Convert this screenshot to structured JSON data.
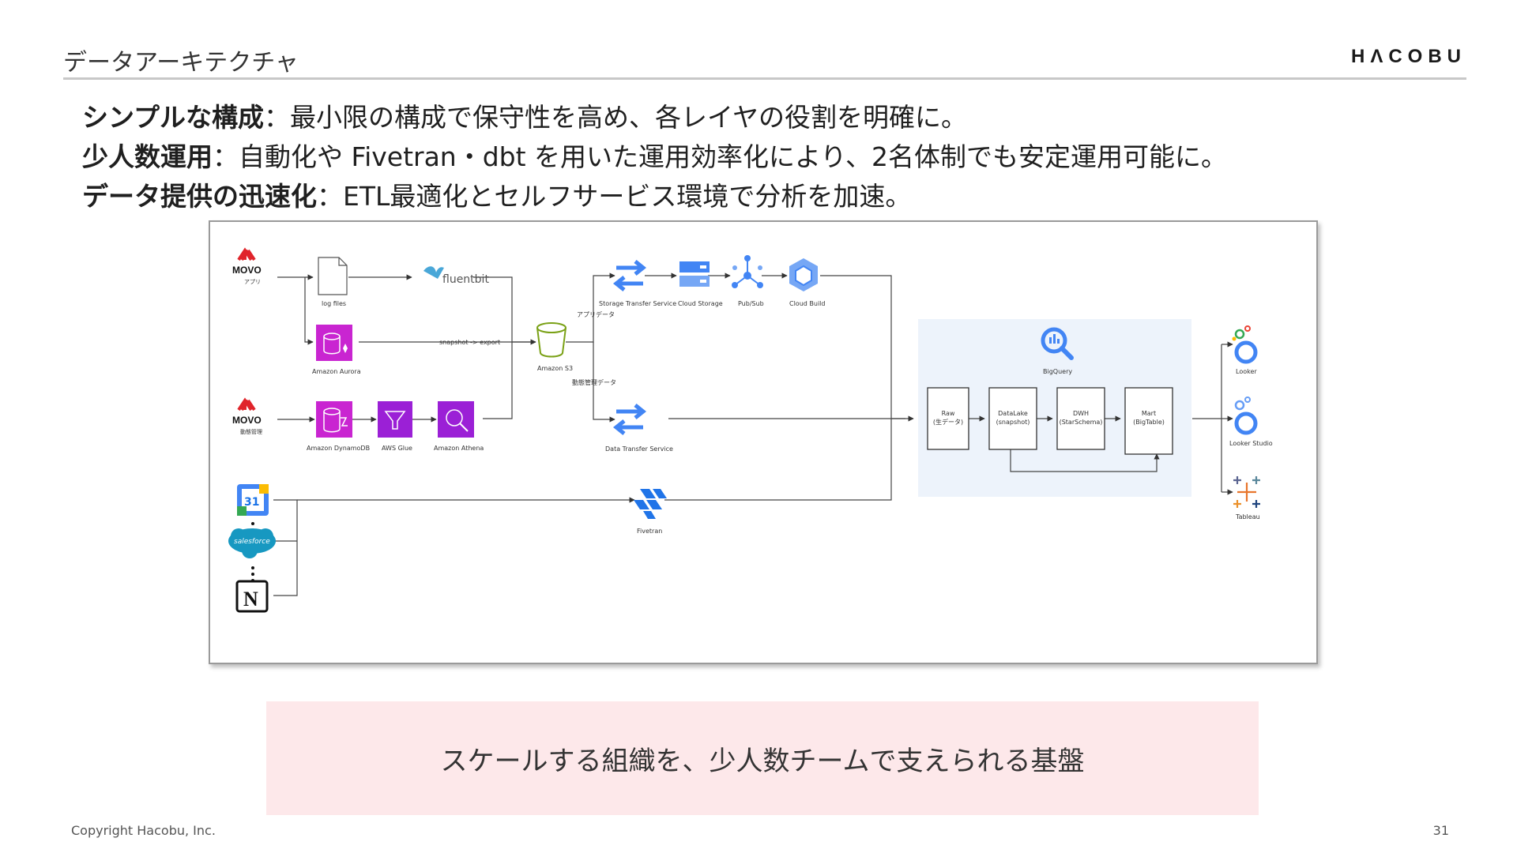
{
  "header": {
    "title": "データアーキテクチャ",
    "logo_text": "HΛCOBU"
  },
  "bullets": [
    {
      "heading": "シンプルな構成",
      "separator": "：",
      "text": "最小限の構成で保守性を高め、各レイヤの役割を明確に。"
    },
    {
      "heading": "少人数運用",
      "separator": "：",
      "text": "自動化や Fivetran・dbt を用いた運用効率化により、2名体制でも安定運用可能に。"
    },
    {
      "heading": "データ提供の迅速化",
      "separator": "：",
      "text": "ETL最適化とセルフサービス環境で分析を加速。"
    }
  ],
  "diagram": {
    "sources": {
      "movo_app": {
        "logo": "MOVO",
        "caption": "アプリ"
      },
      "movo_mgmt": {
        "logo": "MOVO",
        "caption": "動態管理"
      },
      "google_calendar": {
        "text": "31"
      },
      "salesforce": {
        "text": "salesforce"
      },
      "notion": {
        "text": "N"
      }
    },
    "nodes": {
      "log_files": "log files",
      "fluentbit": "fluentbit",
      "aurora": "Amazon Aurora",
      "snapshot_export": "snapshot -> export",
      "dynamodb": "Amazon DynamoDB",
      "glue": "AWS Glue",
      "athena": "Amazon Athena",
      "s3": "Amazon S3",
      "app_data": "アプリデータ",
      "mgmt_data": "動態管理データ",
      "sts": "Storage Transfer Service",
      "gcs": "Cloud Storage",
      "pubsub": "Pub/Sub",
      "cloud_build": "Cloud Build",
      "dts": "Data Transfer Service",
      "fivetran": "Fivetran",
      "bigquery": "BigQuery",
      "layers": [
        {
          "name": "Raw",
          "sub": "(生データ)"
        },
        {
          "name": "DataLake",
          "sub": "(snapshot)"
        },
        {
          "name": "DWH",
          "sub": "(StarSchema)"
        },
        {
          "name": "Mart",
          "sub": "(BigTable)"
        }
      ],
      "looker": "Looker",
      "looker_studio": "Looker Studio",
      "tableau": "Tableau"
    },
    "colors": {
      "aws_purple": "#c925d1",
      "aws_purple_dark": "#9b20d6",
      "gcp_blue": "#4285f4",
      "s3_green": "#7aa116",
      "bq_panel": "#edf3fb",
      "movo_red": "#e0242b"
    }
  },
  "tagline": "スケールする組織を、少人数チームで支えられる基盤",
  "footer": {
    "copyright": "Copyright Hacobu, Inc.",
    "page": "31"
  }
}
